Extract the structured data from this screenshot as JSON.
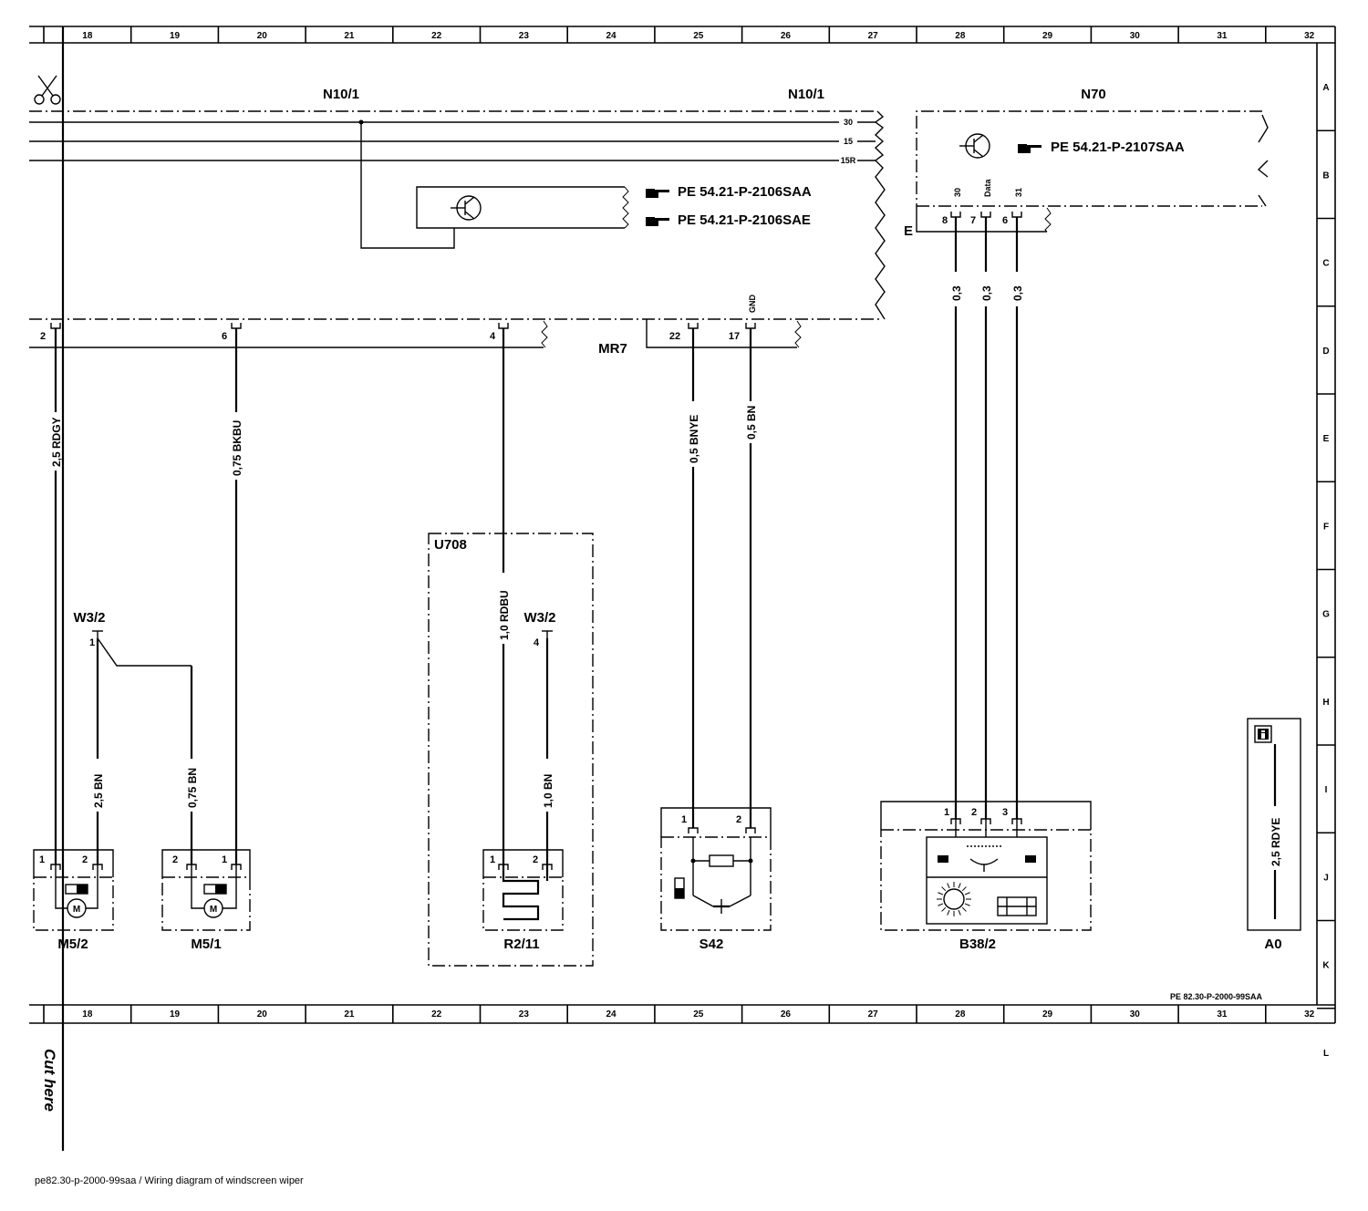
{
  "grid": {
    "columns": [
      "18",
      "19",
      "20",
      "21",
      "22",
      "23",
      "24",
      "25",
      "26",
      "27",
      "28",
      "29",
      "30",
      "31",
      "32"
    ],
    "rows": [
      "A",
      "B",
      "C",
      "D",
      "E",
      "F",
      "G",
      "H",
      "I",
      "J",
      "K",
      "L"
    ]
  },
  "blocks": {
    "n10_left": "N10/1",
    "n10_right": "N10/1",
    "n70": "N70",
    "mr7": "MR7",
    "e": "E",
    "u708": "U708"
  },
  "bus_lines": [
    "30",
    "15",
    "15R"
  ],
  "refs": {
    "saa": "PE 54.21-P-2106SAA",
    "sae": "PE 54.21-P-2106SAE",
    "n70": "PE 54.21-P-2107SAA"
  },
  "n70_terms": {
    "t30": "30",
    "data": "Data",
    "t31": "31",
    "p8": "8",
    "p7": "7",
    "p6": "6"
  },
  "connectors": {
    "p2": "2",
    "p6": "6",
    "p4": "4",
    "p22": "22",
    "p17": "17",
    "gnd": "GND"
  },
  "wires": {
    "w_rdgy": "2,5 RDGY",
    "w_bkbu": "0,75 BKBU",
    "w_rdbu": "1,0 RDBU",
    "w_bnye": "0,5 BNYE",
    "w_bn05": "0,5 BN",
    "w_03a": "0,3",
    "w_03b": "0,3",
    "w_03c": "0,3",
    "w_bn25": "2,5 BN",
    "w_bn075": "0,75 BN",
    "w_bn10": "1,0 BN",
    "w_rdye": "2,5 RDYE"
  },
  "splices": {
    "w32a": "W3/2",
    "w32a_pin": "1",
    "w32b": "W3/2",
    "w32b_pin": "4"
  },
  "components": {
    "m52": "M5/2",
    "m51": "M5/1",
    "r211": "R2/11",
    "s42": "S42",
    "b382": "B38/2",
    "a0": "A0"
  },
  "pins": {
    "m52_1": "1",
    "m52_2": "2",
    "m51_2": "2",
    "m51_1": "1",
    "r211_1": "1",
    "r211_2": "2",
    "s42_1": "1",
    "s42_2": "2",
    "b382_1": "1",
    "b382_2": "2",
    "b382_3": "3"
  },
  "footer": {
    "doc_code": "PE 82.30-P-2000-99SAA",
    "caption": "pe82.30-p-2000-99saa / Wiring diagram of windscreen wiper",
    "cut": "Cut here"
  },
  "icons": [
    "scissors-icon",
    "transistor-icon",
    "hand-pointer-icon",
    "motor-icon",
    "heater-element-icon",
    "switch-icon",
    "rain-light-sensor-icon",
    "info-icon"
  ]
}
